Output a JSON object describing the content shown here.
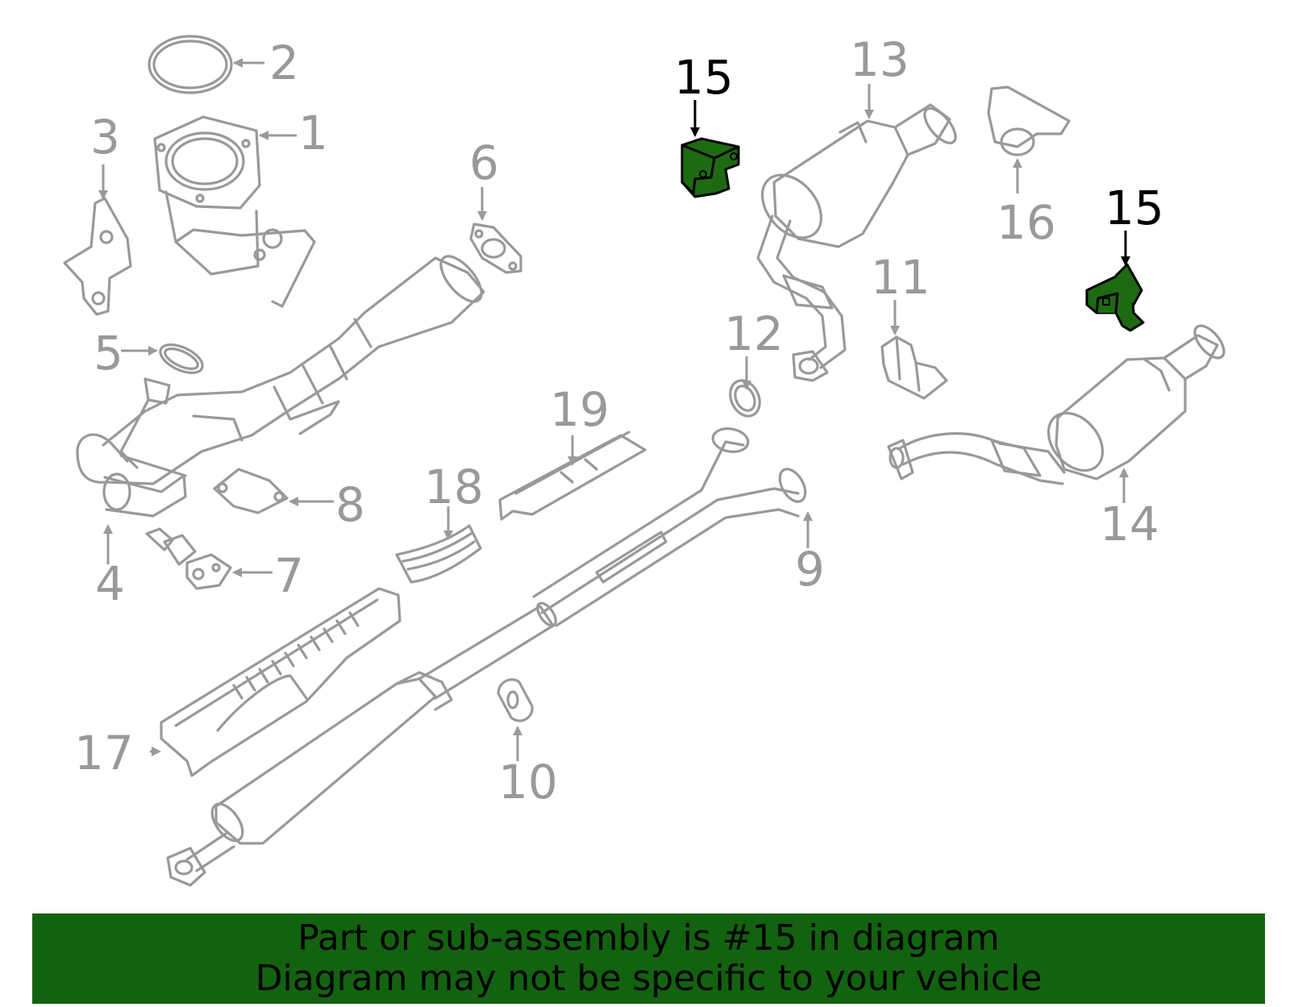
{
  "colors": {
    "highlight_fill": "#1e6a12",
    "banner_background": "#136210",
    "part_outline": "#999999",
    "callout_gray": "#999999",
    "callout_highlight": "#000000"
  },
  "callouts": [
    {
      "id": "1",
      "label": "1",
      "highlighted": false
    },
    {
      "id": "2",
      "label": "2",
      "highlighted": false
    },
    {
      "id": "3",
      "label": "3",
      "highlighted": false
    },
    {
      "id": "4",
      "label": "4",
      "highlighted": false
    },
    {
      "id": "5",
      "label": "5",
      "highlighted": false
    },
    {
      "id": "6",
      "label": "6",
      "highlighted": false
    },
    {
      "id": "7",
      "label": "7",
      "highlighted": false
    },
    {
      "id": "8",
      "label": "8",
      "highlighted": false
    },
    {
      "id": "9",
      "label": "9",
      "highlighted": false
    },
    {
      "id": "10",
      "label": "10",
      "highlighted": false
    },
    {
      "id": "11",
      "label": "11",
      "highlighted": false
    },
    {
      "id": "12",
      "label": "12",
      "highlighted": false
    },
    {
      "id": "13",
      "label": "13",
      "highlighted": false
    },
    {
      "id": "14",
      "label": "14",
      "highlighted": false
    },
    {
      "id": "15a",
      "label": "15",
      "highlighted": true
    },
    {
      "id": "15b",
      "label": "15",
      "highlighted": true
    },
    {
      "id": "16",
      "label": "16",
      "highlighted": false
    },
    {
      "id": "17",
      "label": "17",
      "highlighted": false
    },
    {
      "id": "18",
      "label": "18",
      "highlighted": false
    },
    {
      "id": "19",
      "label": "19",
      "highlighted": false
    }
  ],
  "banner": {
    "line1": "Part or sub-assembly is #15 in diagram",
    "line2": "Diagram may not be specific to your vehicle"
  }
}
